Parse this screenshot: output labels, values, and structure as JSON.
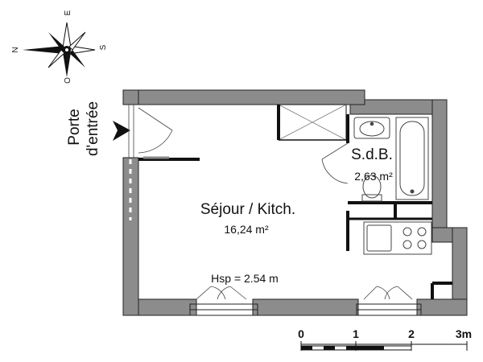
{
  "compass": {
    "north": "N",
    "east": "E",
    "south": "S",
    "west": "O"
  },
  "entrance": {
    "line1": "Porte",
    "line2": "d'entrée"
  },
  "rooms": {
    "living": {
      "name": "Séjour / Kitch.",
      "area": "16,24 m²"
    },
    "bathroom": {
      "name": "S.d.B.",
      "area": "2,63 m²"
    }
  },
  "ceiling_height": "Hsp = 2.54 m",
  "scale_bar": {
    "ticks": [
      "0",
      "1",
      "2",
      "3m"
    ]
  },
  "colors": {
    "wall": "#8c8c8c",
    "wall_edge": "#222222",
    "fixture": "#555555"
  }
}
